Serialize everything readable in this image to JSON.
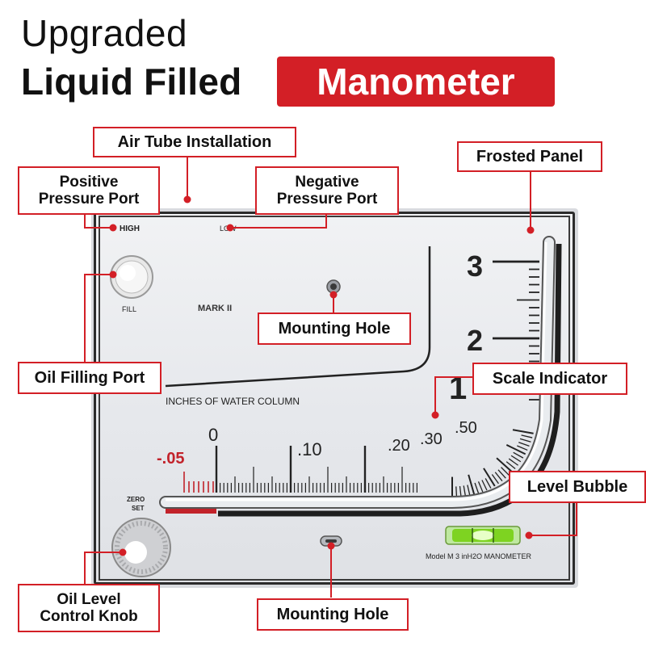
{
  "title": {
    "line1": "Upgraded",
    "line2": "Liquid Filled",
    "badge": "Manometer"
  },
  "callouts": {
    "air_tube_installation": "Air Tube Installation",
    "positive_pressure_port": [
      "Positive",
      "Pressure Port"
    ],
    "negative_pressure_port": [
      "Negative",
      "Pressure Port"
    ],
    "frosted_panel": "Frosted Panel",
    "mounting_hole_top": "Mounting Hole",
    "oil_filling_port": "Oil Filling Port",
    "scale_indicator": "Scale Indicator",
    "level_bubble": "Level Bubble",
    "oil_level_control_knob": [
      "Oil Level",
      "Control Knob"
    ],
    "mounting_hole_bottom": "Mounting Hole"
  },
  "device": {
    "high_label": "HIGH",
    "low_label": "LOW",
    "fill_label": "FILL",
    "mark_label": "MARK II",
    "zero_set_label": [
      "ZERO",
      "SET"
    ],
    "scale_caption": "INCHES OF WATER COLUMN",
    "model_label": "Model M 3 inH2O MANOMETER",
    "horizontal_scale_labels": [
      "-.05",
      "0",
      ".10",
      ".20",
      ".30",
      ".50"
    ],
    "vertical_scale_labels": [
      "3",
      "2",
      "1"
    ]
  },
  "colors": {
    "accent": "#d31f26",
    "text": "#111111",
    "bubble_green": "#7ed321"
  }
}
